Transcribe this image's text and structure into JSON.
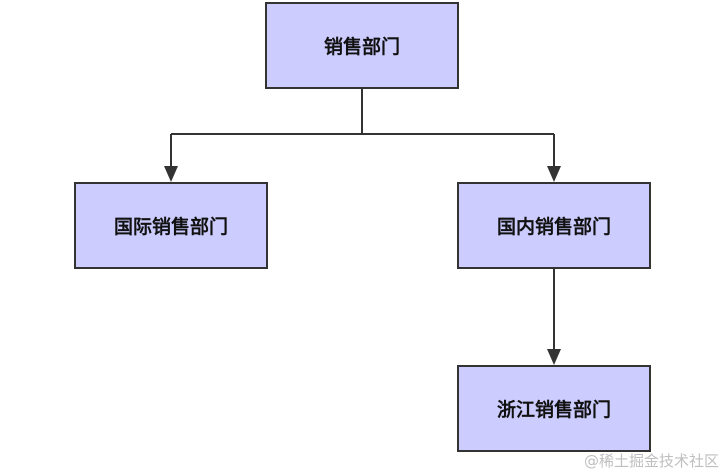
{
  "diagram": {
    "nodes": {
      "root": "销售部门",
      "international": "国际销售部门",
      "domestic": "国内销售部门",
      "zhejiang": "浙江销售部门"
    },
    "edges": [
      {
        "from": "root",
        "to": "international"
      },
      {
        "from": "root",
        "to": "domestic"
      },
      {
        "from": "domestic",
        "to": "zhejiang"
      }
    ]
  },
  "watermark": "@稀土掘金技术社区",
  "colors": {
    "node_fill": "#ccccff",
    "node_border": "#333333",
    "edge": "#333333"
  }
}
